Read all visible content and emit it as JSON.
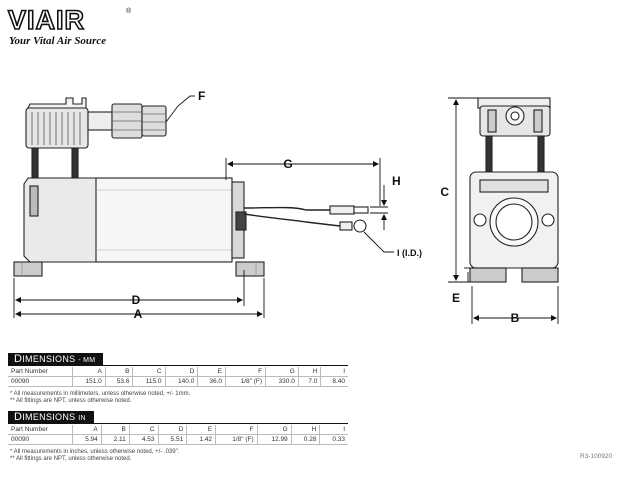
{
  "logo": {
    "word": "VIAIR",
    "reg_mark": "®",
    "tagline": "Your Vital Air Source"
  },
  "drawing": {
    "labels": {
      "f": "F",
      "g": "G",
      "h": "H",
      "i": "I (I.D.)",
      "d": "D",
      "a": "A",
      "c": "C",
      "e": "E",
      "b": "B"
    }
  },
  "tables": {
    "mm": {
      "title_cap": "D",
      "title_rest": "IMENSIONS",
      "unit": "- MM",
      "headers": [
        "Part Number",
        "A",
        "B",
        "C",
        "D",
        "E",
        "F",
        "G",
        "H",
        "I"
      ],
      "row": [
        "00090",
        "151.0",
        "53.6",
        "115.0",
        "140.0",
        "36.0",
        "1/8\" (F)",
        "330.0",
        "7.0",
        "8.40"
      ],
      "notes": [
        "* All measurements in millimeters, unless otherwise noted, +/- 1mm.",
        "** All fittings are NPT, unless otherwise noted."
      ]
    },
    "in": {
      "title_cap": "D",
      "title_rest": "IMENSIONS",
      "unit": "IN",
      "headers": [
        "Part Number",
        "A",
        "B",
        "C",
        "D",
        "E",
        "F",
        "G",
        "H",
        "I"
      ],
      "row": [
        "00090",
        "5.94",
        "2.11",
        "4.53",
        "5.51",
        "1.42",
        "1/8\" (F)",
        "12.99",
        "0.28",
        "0.33"
      ],
      "notes": [
        "* All measurements in inches, unless otherwise noted, +/- .039\".",
        "** All fittings are NPT, unless otherwise noted."
      ]
    }
  },
  "doc_number": "R3-100920"
}
